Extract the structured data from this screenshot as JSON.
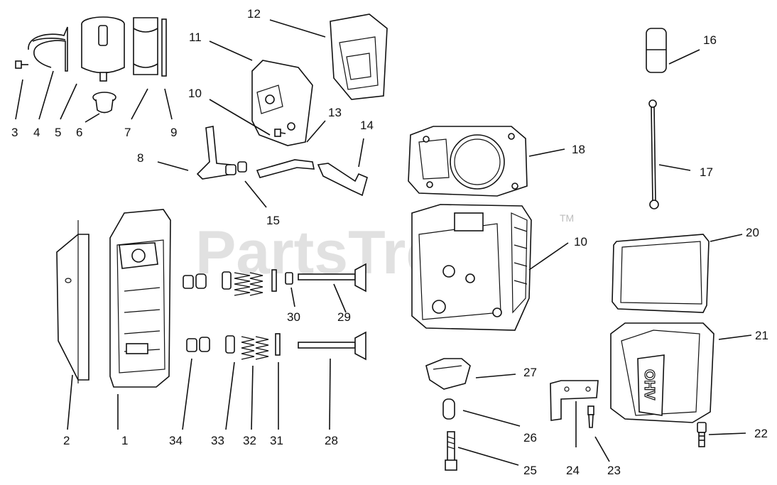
{
  "watermark": {
    "text": "PartsTree",
    "trademark": "TM"
  },
  "callouts": [
    "1",
    "2",
    "3",
    "4",
    "5",
    "6",
    "7",
    "8",
    "9",
    "10",
    "10",
    "11",
    "12",
    "13",
    "14",
    "15",
    "16",
    "17",
    "18",
    "20",
    "21",
    "22",
    "23",
    "24",
    "25",
    "26",
    "27",
    "28",
    "29",
    "30",
    "31",
    "32",
    "33",
    "34"
  ]
}
